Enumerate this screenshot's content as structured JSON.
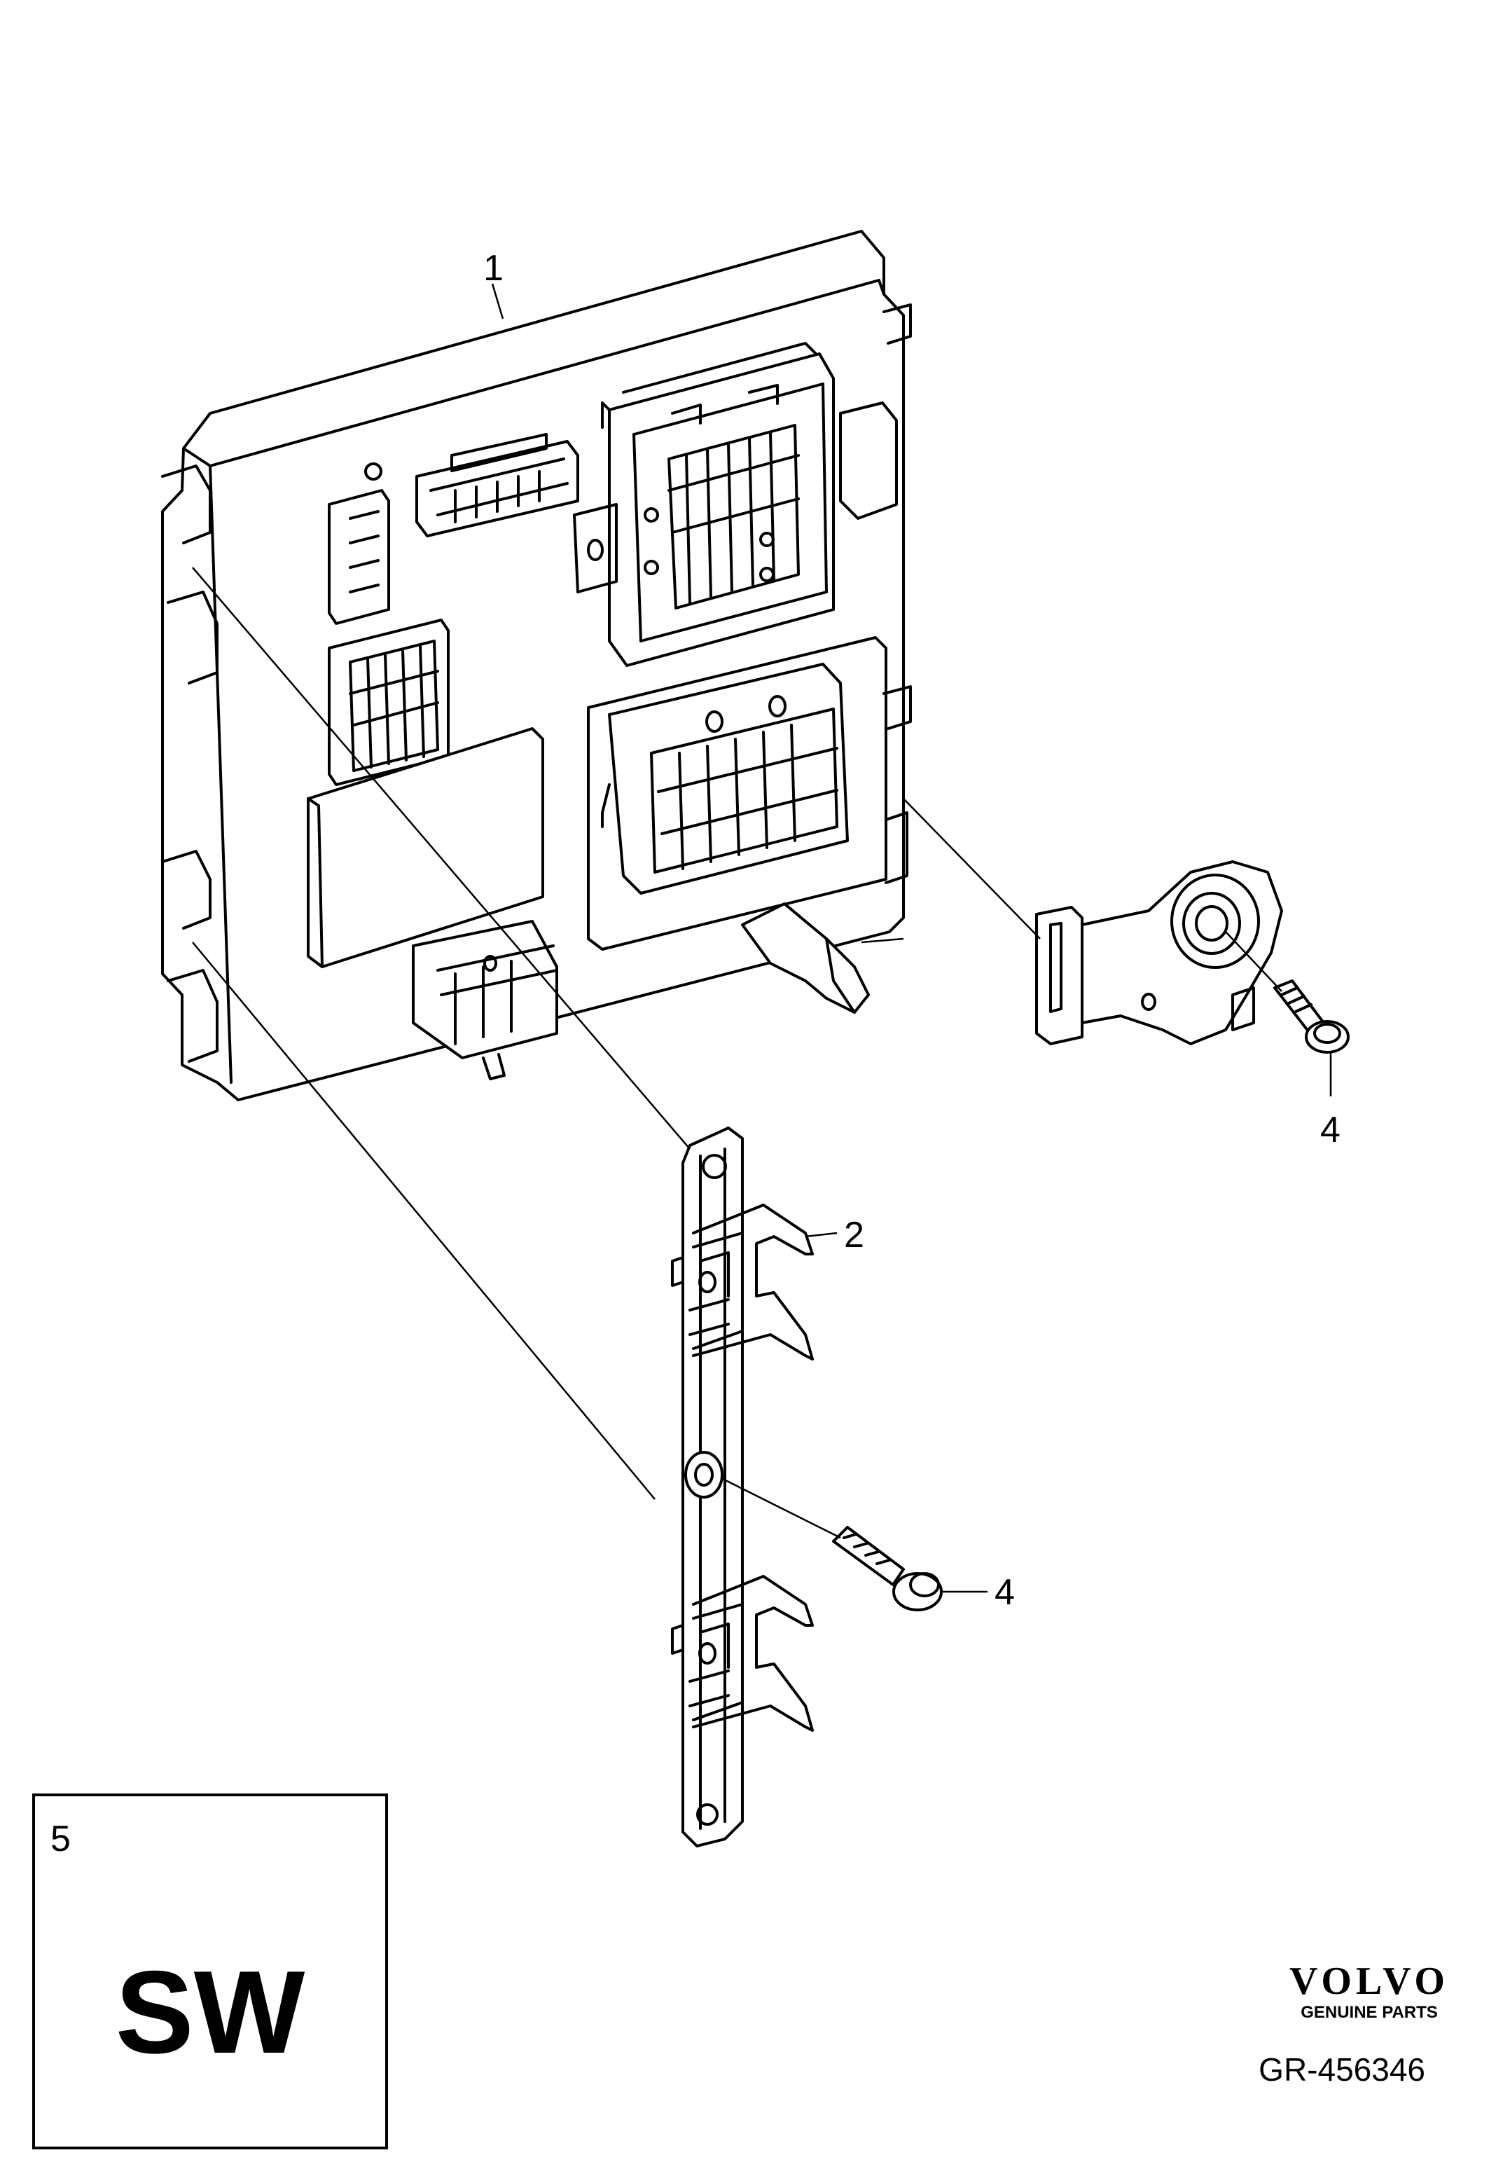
{
  "callouts": {
    "part_1": "1",
    "part_2": "2",
    "part_4_upper": "4",
    "part_4_lower": "4"
  },
  "sw_box": {
    "number": "5",
    "code": "SW"
  },
  "logo": {
    "brand": "VOLVO",
    "subtitle": "GENUINE PARTS"
  },
  "reference_code": "GR-456346",
  "colors": {
    "line": "#000000",
    "background": "#ffffff",
    "fill_light": "#f2f2f2",
    "fill_mid": "#d9d9d9"
  }
}
